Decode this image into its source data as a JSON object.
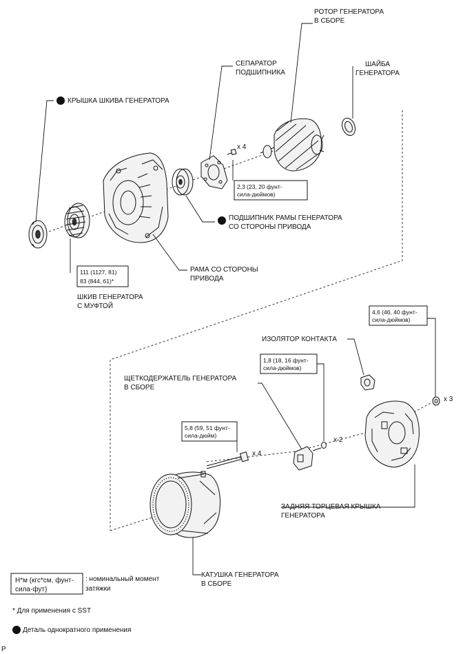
{
  "labels": {
    "rotor_1": "РОТОР ГЕНЕРАТОРА",
    "rotor_2": "В СБОРЕ",
    "separator_1": "СЕПАРАТОР",
    "separator_2": "ПОДШИПНИКА",
    "washer_1": "ШАЙБА",
    "washer_2": "ГЕНЕРАТОРА",
    "pulley_cover": "КРЫШКА ШКИВА ГЕНЕРАТОРА",
    "bearing_1": "ПОДШИПНИК РАМЫ ГЕНЕРАТОРА",
    "bearing_2": "СО СТОРОНЫ ПРИВОДА",
    "drive_frame_1": "РАМА СО СТОРОНЫ",
    "drive_frame_2": "ПРИВОДА",
    "pulley_1": "ШКИВ ГЕНЕРАТОРА",
    "pulley_2": "С МУФТОЙ",
    "insulator": "ИЗОЛЯТОР КОНТАКТА",
    "brush_holder_1": "ЩЕТКОДЕРЖАТЕЛЬ ГЕНЕРАТОРА",
    "brush_holder_2": "В СБОРЕ",
    "rear_cover_1": "ЗАДНЯЯ ТОРЦЕВАЯ КРЫШКА",
    "rear_cover_2": "ГЕНЕРАТОРА",
    "coil_1": "КАТУШКА ГЕНЕРАТОРА",
    "coil_2": "В СБОРЕ"
  },
  "torque": {
    "separator_bolt_1": "2,3 (23, 20 фунт-",
    "separator_bolt_2": "сила-дюймов)",
    "pulley_a": "111 (1127, 81)",
    "pulley_b": "83 (844, 61)*",
    "rear_nut_1": "4,6 (46, 40 фунт-",
    "rear_nut_2": "сила-дюймов)",
    "brush_screw_1": "1,8 (18, 16 фунт-",
    "brush_screw_2": "сила-дюймов)",
    "coil_bolt_1": "5,8 (59, 51 фунт-",
    "coil_bolt_2": "сила-дюйм)"
  },
  "quantities": {
    "separator_bolts": "x 4",
    "rear_nuts": "x 3",
    "brush_screws": "x 2",
    "coil_bolts": "x 4"
  },
  "legend": {
    "unit_1": "Н*м (кгс*см, фунт-",
    "unit_2": "сила-фут)",
    "unit_desc_1": ": номинальный момент",
    "unit_desc_2": "затяжки",
    "sst_note": "* Для применения с SST",
    "single_use": "Деталь однократного применения"
  },
  "corner_mark": "P"
}
